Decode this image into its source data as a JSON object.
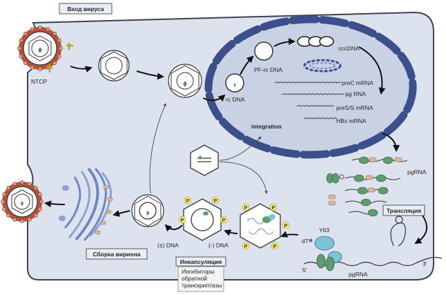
{
  "boxes": {
    "virus_entry": "Вход вируса",
    "translation": "Трансляция",
    "virion_assembly": "Сборка вириона",
    "encapsidation": "Инкапсуляция",
    "inhibitor_line1": "Ингибиторы",
    "inhibitor_line2": "обратной",
    "inhibitor_line3": "транскриптазы"
  },
  "labels": {
    "ntcp": "NTCP",
    "pf_rc_dna": "PF-rc DNA",
    "rc_dna": "rc DNA",
    "cccdna": "cccDNA",
    "integration": "integration",
    "pgrna_right": "pgRNA",
    "pgrna_bottom": "pgRNA",
    "plus_minus_dna": "(±) DNA",
    "minus_dna": "(-) DNA",
    "y63": "Y63",
    "dt": "dT",
    "five_prime": "5'",
    "three_prime": "3'",
    "p": "P"
  },
  "transcripts": [
    {
      "label": "preC mRNA"
    },
    {
      "label": "pg RNA"
    },
    {
      "label": "preS/S mRNA"
    },
    {
      "label": "HBx mRNA"
    }
  ],
  "colors": {
    "cell_fill": "#dde3ee",
    "cell_stroke": "#3d4150",
    "nucleus_fill": "#c9d2e4",
    "nucleus_wall": "#3c4f8a",
    "capsid_fill": "#ffffff",
    "envelope": "#b5533b",
    "er_blue": "#6d86c6",
    "ribosome": "#5f9b6e",
    "protein_tan": "#d8b79a",
    "yellow": "#f2ea7a",
    "cyan": "#7cc3d6"
  }
}
